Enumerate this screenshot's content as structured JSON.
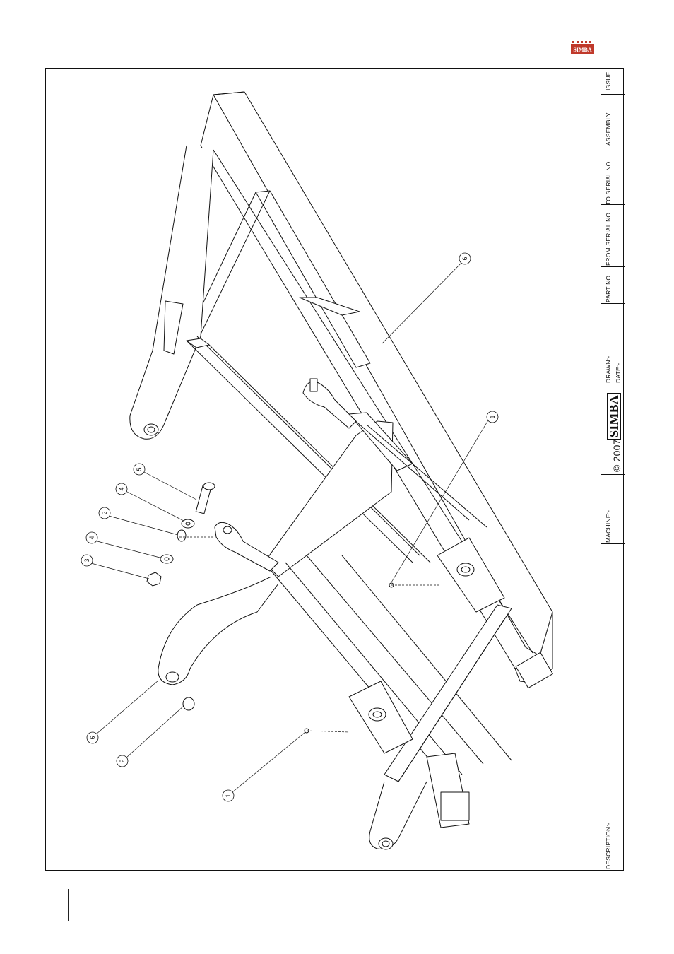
{
  "header": {
    "brand": "SIMBA"
  },
  "title_block": {
    "issue_label": "ISSUE",
    "assembly_label": "ASSEMBLY",
    "to_serial_label": "TO SERIAL NO.",
    "from_serial_label": "FROM SERIAL NO.",
    "part_no_label": "PART NO.",
    "drawn_label": "DRAWN:-",
    "date_label": "DATE:-",
    "brand": "SIMBA",
    "copyright": "© 2007",
    "machine_label": "MACHINE:-",
    "description_label": "DESCRIPTION:-"
  },
  "balloons": {
    "b1": "1",
    "b2": "2",
    "b3": "3",
    "b4": "4",
    "b5": "5",
    "b6": "6"
  },
  "colors": {
    "line": "#111111",
    "logo_red": "#c0392b"
  }
}
